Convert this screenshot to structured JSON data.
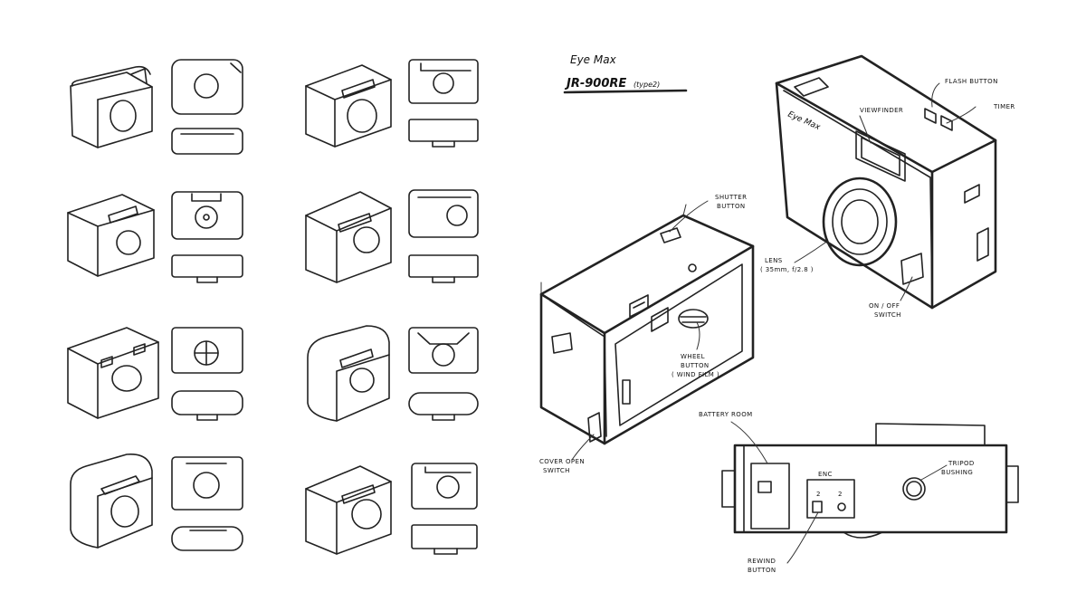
{
  "title": {
    "brand": "Eye Max",
    "model": "JR-900RE",
    "variant": "(type2)"
  },
  "camera_brand_mark": "Eye Max",
  "labels": {
    "shutter_button": [
      "SHUTTER",
      "BUTTON"
    ],
    "flash_button": "FLASH BUTTON",
    "timer": "TIMER",
    "viewfinder": "VIEWFINDER",
    "lens": [
      "LENS",
      "( 35mm, f/2.8 )"
    ],
    "on_off_switch": [
      "ON / OFF",
      "SWITCH"
    ],
    "wheel_button": [
      "WHEEL",
      "BUTTON",
      "( WIND FILM )"
    ],
    "cover_open_switch": [
      "COVER OPEN",
      "SWITCH"
    ],
    "battery_room": "BATTERY ROOM",
    "tripod_bushing": [
      "TRIPOD",
      "BUSHING"
    ],
    "rewind_button": [
      "REWIND",
      "BUTTON"
    ],
    "panel_mark": "ENC",
    "panel_digits": [
      "2",
      "2"
    ]
  }
}
